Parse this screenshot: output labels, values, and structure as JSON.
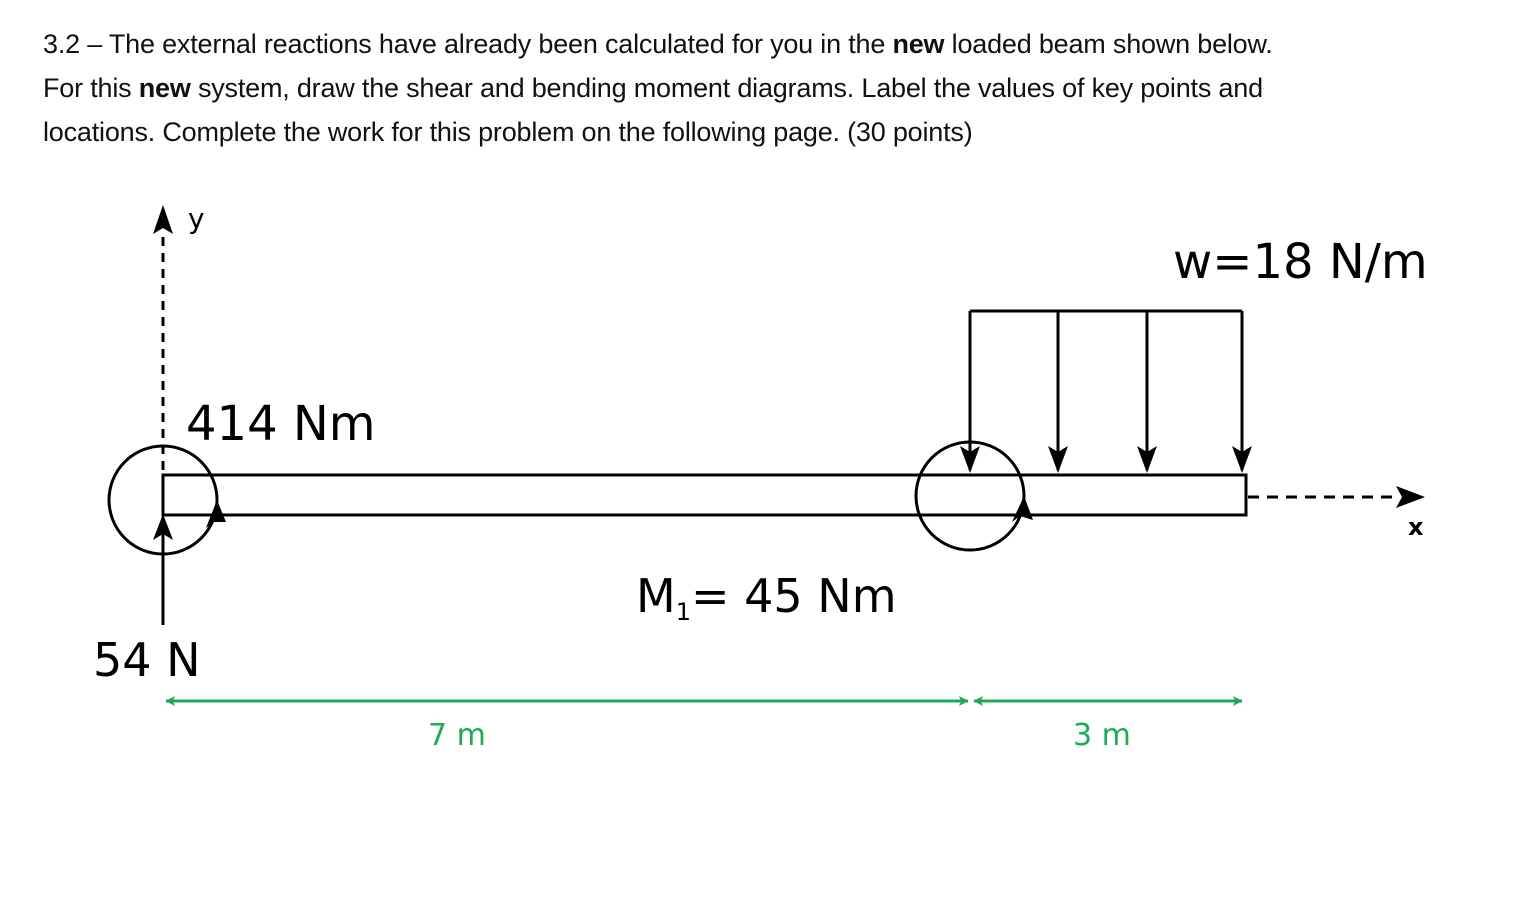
{
  "problem": {
    "line1_pre": "3.2 – The external reactions have already been calculated for you in the ",
    "line1_bold": "new",
    "line1_post": " loaded beam shown below.",
    "line2_pre": "For this ",
    "line2_bold": "new",
    "line2_post": " system, draw the shear and bending moment diagrams. Label the values of key points and",
    "line3": "locations. Complete the work for this problem on the following page. (30 points)"
  },
  "diagram": {
    "axis_y_label": "y",
    "axis_x_label": "x",
    "reaction_moment_label": "414 Nm",
    "reaction_force_label": "54 N",
    "applied_moment_label_main": "M",
    "applied_moment_label_sub": "1",
    "applied_moment_label_value": "= 45  Nm",
    "distributed_load_label": "w=18 N/m",
    "dimension_1_label": "7 m",
    "dimension_2_label": "3 m",
    "colors": {
      "line": "#000000",
      "dimension": "#1faa55"
    }
  }
}
